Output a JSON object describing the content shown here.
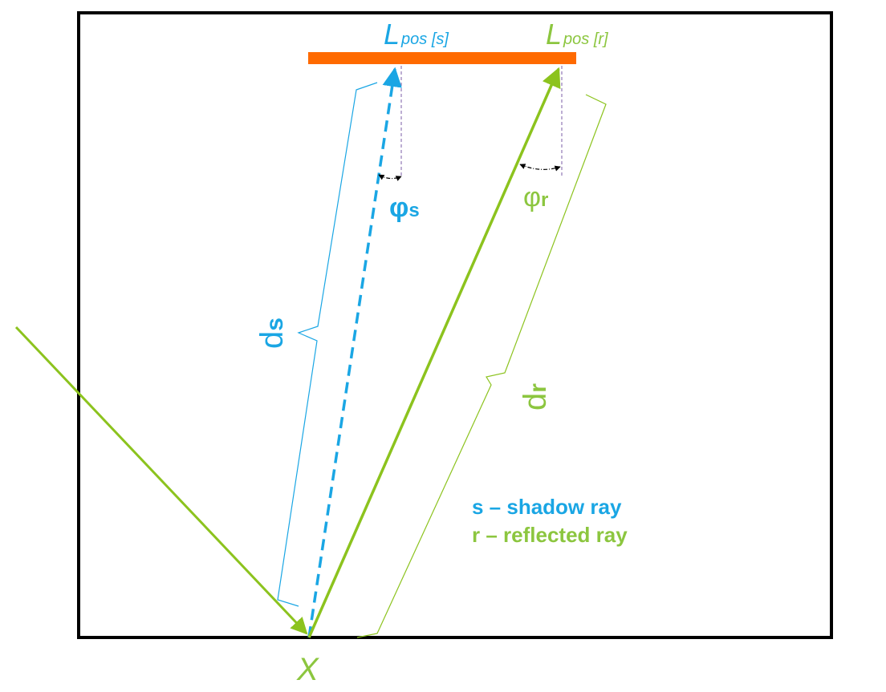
{
  "labels": {
    "l_big": "L",
    "l_pos_s": "pos [s]",
    "l_pos_r": "pos [r]",
    "phi": "φ",
    "phi_s_sub": "s",
    "phi_r_sub": "r",
    "d": "d",
    "d_s_sub": "s",
    "d_r_sub": "r",
    "x_point": "X"
  },
  "legend": {
    "shadow": "s – shadow ray",
    "reflected": "r – reflected ray"
  },
  "colors": {
    "shadow": "#1aa6e4",
    "reflected": "#8cc31e",
    "light_bar": "#ff6a00",
    "frame": "#000000",
    "guide": "#7b5ea7",
    "reflected_text": "#8cc63f"
  }
}
